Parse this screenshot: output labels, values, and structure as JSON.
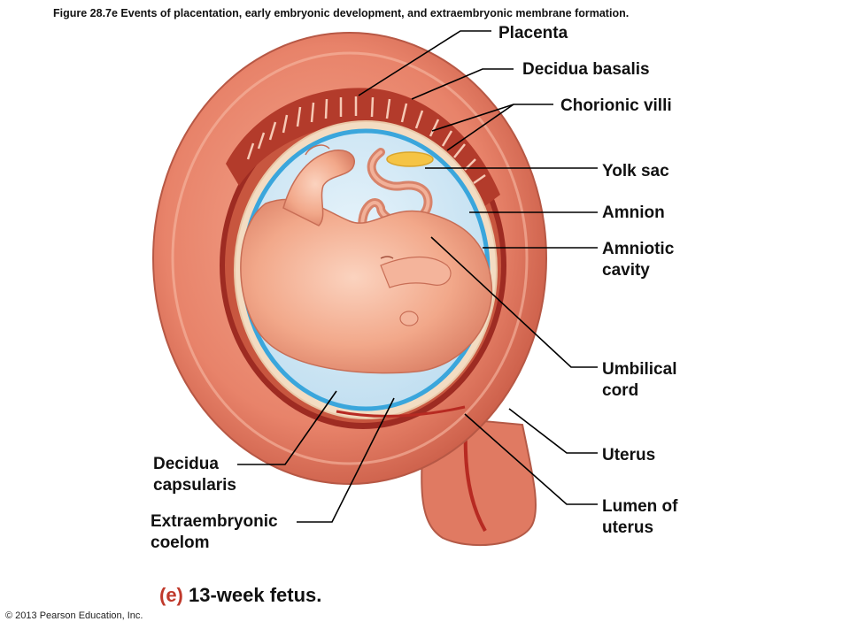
{
  "figure_title": "Figure 28.7e  Events of placentation, early embryonic development, and extraembryonic membrane formation.",
  "labels": {
    "placenta": "Placenta",
    "decidua_basalis": "Decidua basalis",
    "chorionic_villi": "Chorionic villi",
    "yolk_sac": "Yolk sac",
    "amnion": "Amnion",
    "amniotic_cavity_1": "Amniotic",
    "amniotic_cavity_2": "cavity",
    "umbilical_cord_1": "Umbilical",
    "umbilical_cord_2": "cord",
    "uterus": "Uterus",
    "lumen_1": "Lumen of",
    "lumen_2": "uterus",
    "decidua_capsularis_1": "Decidua",
    "decidua_capsularis_2": "capsularis",
    "extraembryonic_coelom_1": "Extraembryonic",
    "extraembryonic_coelom_2": "coelom"
  },
  "caption": {
    "tag": "(e)",
    "text": " 13-week fetus."
  },
  "copyright": "© 2013 Pearson Education, Inc.",
  "colors": {
    "uterine_wall": "#e8836a",
    "uterine_dark": "#b84a3a",
    "decidua_red": "#9e2b22",
    "amnion_blue": "#3aa6dc",
    "cavity_blue": "#cfe7f5",
    "fetus_skin": "#f2a88a",
    "yolk_sac": "#f5c445",
    "leader_line": "#000000"
  }
}
